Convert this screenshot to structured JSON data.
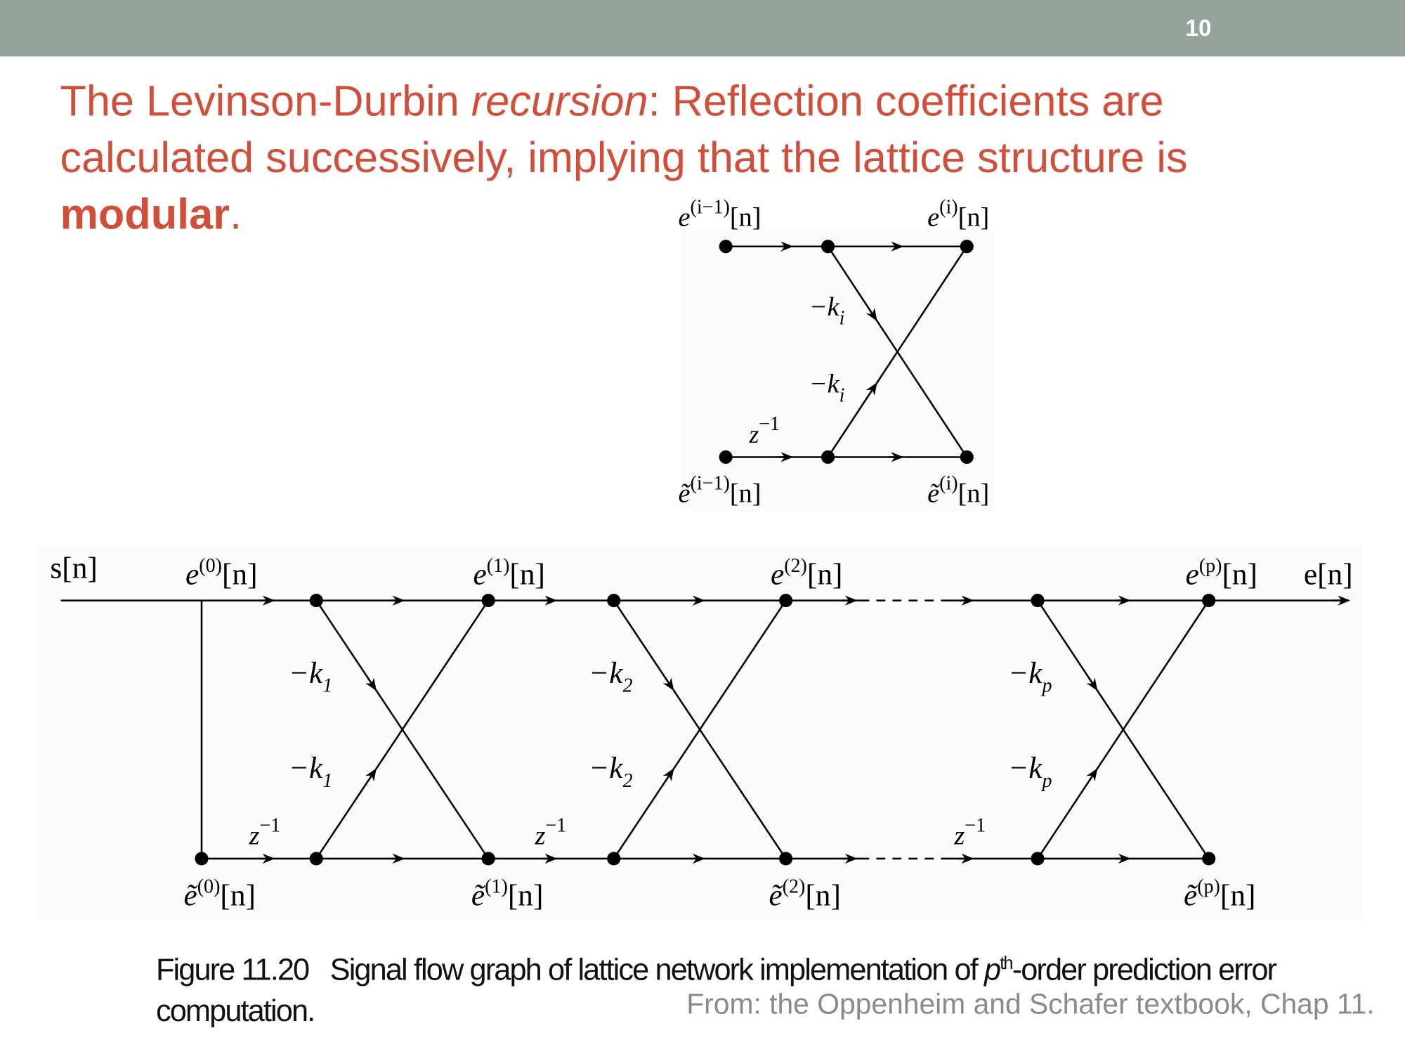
{
  "slide": {
    "page_number": "10"
  },
  "title": {
    "part1": "The Levinson-Durbin ",
    "italic": "recursion",
    "part2": ": Reflection coefficients are calculated successively, implying that the lattice structure is ",
    "bold": "modular",
    "part3": "."
  },
  "stage_diagram": {
    "in_top": {
      "base": "e",
      "sup": "(i−1)",
      "arg": "[n]"
    },
    "out_top": {
      "base": "e",
      "sup": "(i)",
      "arg": "[n]"
    },
    "in_bot": {
      "base": "ẽ",
      "sup": "(i−1)",
      "arg": "[n]"
    },
    "out_bot": {
      "base": "ẽ",
      "sup": "(i)",
      "arg": "[n]"
    },
    "k_upper": {
      "base": "−k",
      "sub": "i"
    },
    "k_lower": {
      "base": "−k",
      "sub": "i"
    },
    "delay": {
      "base": "z",
      "sup": "−1"
    }
  },
  "lattice_diagram": {
    "input": "s[n]",
    "output": "e[n]",
    "top_labels": [
      {
        "base": "e",
        "sup": "(0)",
        "arg": "[n]"
      },
      {
        "base": "e",
        "sup": "(1)",
        "arg": "[n]"
      },
      {
        "base": "e",
        "sup": "(2)",
        "arg": "[n]"
      },
      {
        "base": "e",
        "sup": "(p)",
        "arg": "[n]"
      }
    ],
    "bottom_labels": [
      {
        "base": "ẽ",
        "sup": "(0)",
        "arg": "[n]"
      },
      {
        "base": "ẽ",
        "sup": "(1)",
        "arg": "[n]"
      },
      {
        "base": "ẽ",
        "sup": "(2)",
        "arg": "[n]"
      },
      {
        "base": "ẽ",
        "sup": "(p)",
        "arg": "[n]"
      }
    ],
    "k_labels": [
      {
        "base": "−k",
        "sub": "1"
      },
      {
        "base": "−k",
        "sub": "2"
      },
      {
        "base": "−k",
        "sub": "p"
      }
    ],
    "delay": {
      "base": "z",
      "sup": "−1"
    }
  },
  "caption": {
    "figure": "Figure 11.20",
    "text1": "Signal flow graph of lattice network implementation of ",
    "p": "p",
    "th": "th",
    "text2": "-order prediction error computation."
  },
  "source": "From: the Oppenheim and Schafer textbook, Chap 11."
}
